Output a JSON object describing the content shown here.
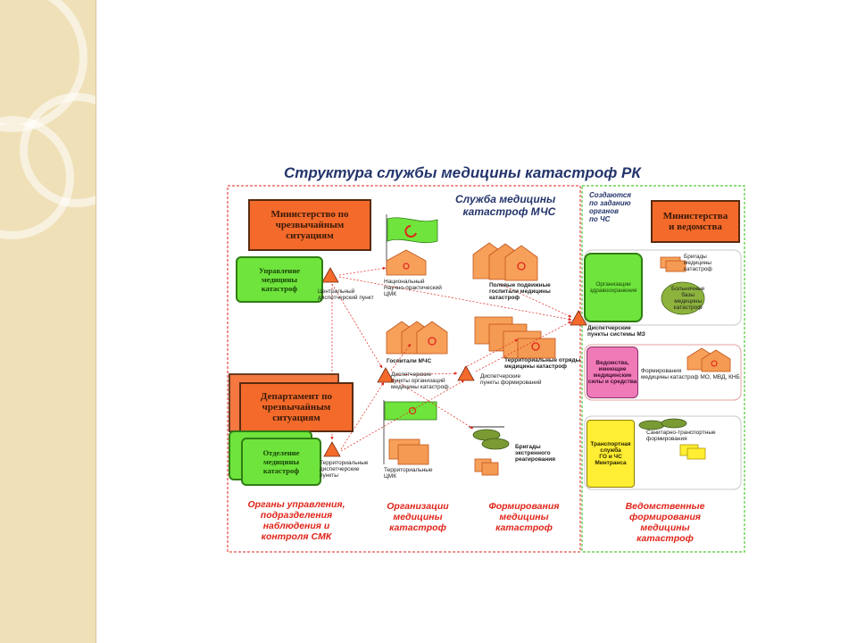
{
  "title": "Структура службы медицины катастроф РК",
  "mchs_header": "Служба медицины\nкатастроф МЧС",
  "created_header": "Создаются\nпо заданию\nорганов\nпо ЧС",
  "ministries_box": "Министерства\nи ведомства",
  "ministry_box": "Министерство по\nчрезвычайным\nситуациям",
  "management_box": "Управление\nмедицины\nкатастроф",
  "department_box": "Департамент по\nчрезвычайным\nситуациям",
  "division_box": "Отделение\nмедицины\nкатастроф",
  "labels": {
    "central_dispatch": "Центральный\nдиспетчерский пункт",
    "national_center": "Национальный\nНаучно-практический\nЦМК",
    "field_hospitals": "Полевые подвижные\nгоспитали медицины\nкатастроф",
    "mchs_hospitals": "Госпитали МЧС",
    "territorial_units": "Территориальные отряды\nмедицины катастроф",
    "dispatch_orgs": "Диспетчерские\nпункты организаций\nмедицины катастроф",
    "dispatch_formations": "Диспетчерские\nпункты формирований",
    "territorial_dispatch": "Территориальные\nдиспетчерские\nпункты",
    "territorial_cmk": "Территориальные\nЦМК",
    "emergency_brigades": "Бригады\nэкстренного\nреагирования",
    "mz_dispatch": "Диспетчерские\nпункты системы МЗ",
    "health_orgs": "Организации\nздравоохранения",
    "brigades_mk": "Бригады\nмедицины\nкатастроф",
    "hospital_bases": "Больничные\nбазы\nмедицины\nкатастроф",
    "agencies_forces": "Ведомства,\nимеющие\nмедицинские\nсилы и средства",
    "formation_mk_agencies": "Формирования\nмедицины катастроф МО, МВД, КНБ",
    "transport_service": "Транспортная\nслужба\nГО и ЧС\nМинтранса",
    "sanitary_transport": "Санитарно-транспортные\nформирования"
  },
  "categories": {
    "management_organs": "Органы управления,\nподразделения\nнаблюдения и\nконтроля СМК",
    "organizations": "Организации\nмедицины\nкатастроф",
    "formations": "Формирования\nмедицины\nкатастроф",
    "departmental": "Ведомственные\nформирования\nмедицины\nкатастроф"
  },
  "colors": {
    "title": "#24356b",
    "ministry_fill": "#f36a2b",
    "green_fill": "#6fe43c",
    "orange_light": "#f7a05a",
    "red_accent": "#e0251a",
    "pink_fill": "#f07ab8",
    "yellow_fill": "#ffee33"
  }
}
